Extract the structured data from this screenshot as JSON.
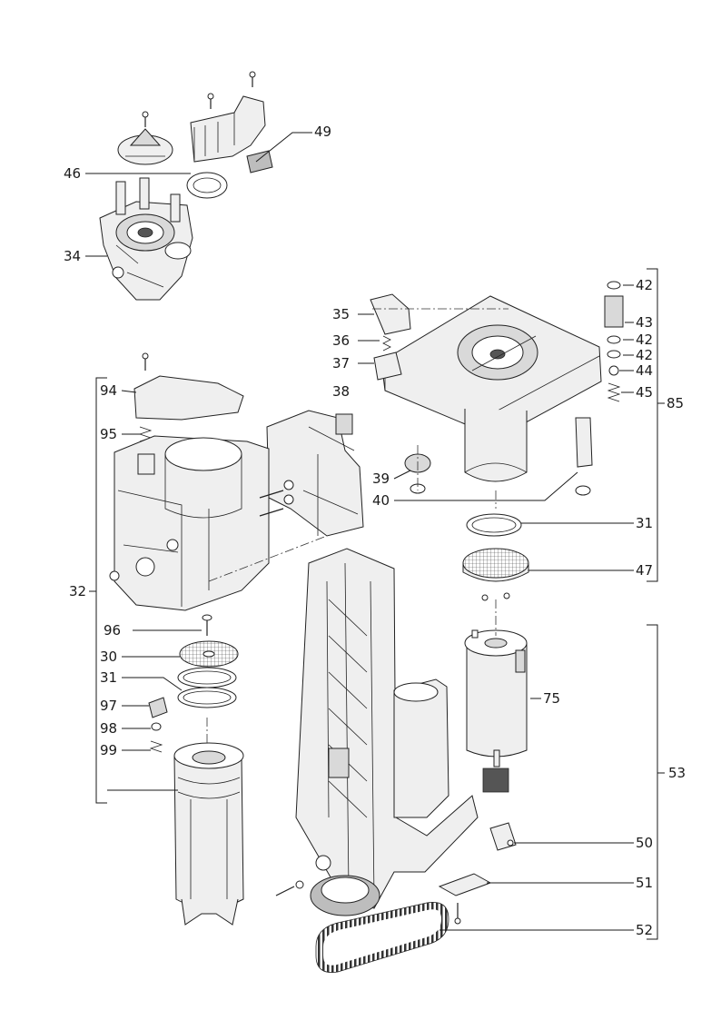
{
  "labels": {
    "l49": "49",
    "l46": "46",
    "l34": "34",
    "l42a": "42",
    "l43": "43",
    "l42b": "42",
    "l42c": "42",
    "l44": "44",
    "l45": "45",
    "l85": "85",
    "l35": "35",
    "l36": "36",
    "l37": "37",
    "l38": "38",
    "l94": "94",
    "l95": "95",
    "l32": "32",
    "l39": "39",
    "l40": "40",
    "l31a": "31",
    "l47": "47",
    "l96": "96",
    "l30": "30",
    "l31b": "31",
    "l97": "97",
    "l98": "98",
    "l99": "99",
    "l75": "75",
    "l53": "53",
    "l50": "50",
    "l51": "51",
    "l52": "52"
  },
  "colors": {
    "ink": "#222222",
    "fill_light": "#efefef",
    "fill_mid": "#d9d9d9",
    "fill_dark": "#bdbdbd"
  }
}
